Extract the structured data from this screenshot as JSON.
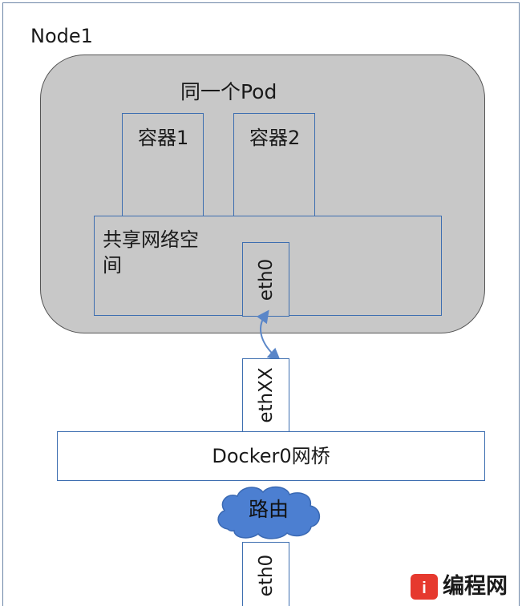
{
  "node": {
    "label": "Node1"
  },
  "pod": {
    "label": "同一个Pod"
  },
  "containers": [
    {
      "label": "容器1"
    },
    {
      "label": "容器2"
    }
  ],
  "network_namespace": {
    "label": "共享网络空间"
  },
  "interfaces": {
    "pod_eth": "eth0",
    "veth": "ethXX",
    "host_eth": "eth0"
  },
  "bridge": {
    "label": "Docker0网桥"
  },
  "router": {
    "label": "路由"
  },
  "watermark": {
    "text": "编程网",
    "mark": "i"
  },
  "colors": {
    "pod_fill": "#c8c8c8",
    "box_border": "#3d6eb0",
    "cloud_fill": "#4c7fd1",
    "arrow": "#5a86c8",
    "logo": "#e6392e"
  }
}
